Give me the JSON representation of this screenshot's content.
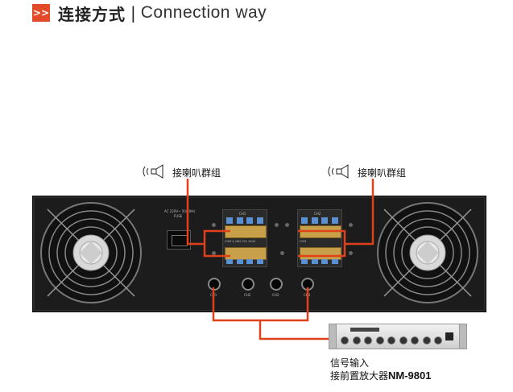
{
  "header": {
    "title_cn": "连接方式",
    "separator": "|",
    "title_en": "Connection way",
    "icon": "double-chevron-right-icon",
    "accent_color": "#e24a2a"
  },
  "speaker_labels": [
    "接喇叭群组",
    "接喇叭群组"
  ],
  "panel": {
    "power_label_line1": "AC 220V~ 50/60Hz",
    "power_label_line2": "FUSE",
    "ch_labels": [
      "CH1",
      "CH2",
      "CH3",
      "CH4"
    ],
    "terminal_labels_left": [
      "CH1",
      "COM  4-16Ω  70V  100V"
    ],
    "terminal_labels_right": [
      "CH2",
      "COM"
    ]
  },
  "device": {
    "name_line1": "信号输入",
    "name_line2_cn": "接前置放大器",
    "name_line2_model": "NM-9801"
  },
  "wire_color": "#e0401a"
}
